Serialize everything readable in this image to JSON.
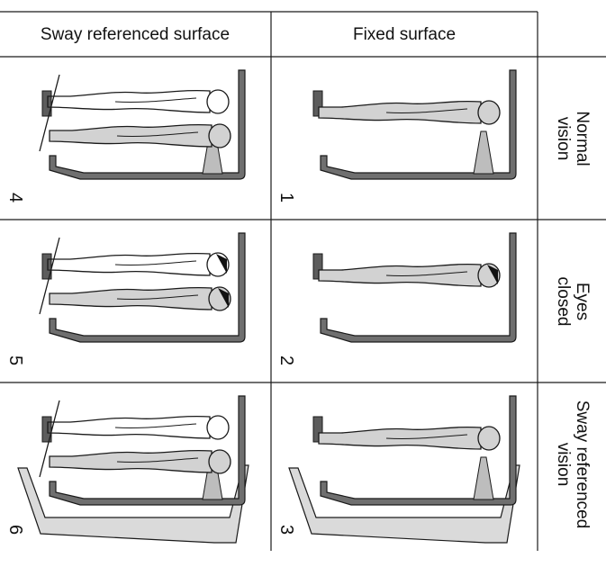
{
  "columns": [
    {
      "id": "sway-referenced-surface",
      "label": "Sway referenced surface"
    },
    {
      "id": "fixed-surface",
      "label": "Fixed surface"
    }
  ],
  "rows": [
    {
      "id": "normal-vision",
      "line1": "Normal",
      "line2": "vision"
    },
    {
      "id": "eyes-closed",
      "line1": "Eyes",
      "line2": "closed"
    },
    {
      "id": "sway-referenced-vision",
      "line1": "Sway referenced",
      "line2": "vision"
    }
  ],
  "conditions": [
    {
      "number": "4",
      "row": "normal-vision",
      "column": "sway-referenced-surface",
      "eyes": "open",
      "enclosure": "fixed",
      "platform": "sway-referenced"
    },
    {
      "number": "1",
      "row": "normal-vision",
      "column": "fixed-surface",
      "eyes": "open",
      "enclosure": "fixed",
      "platform": "fixed"
    },
    {
      "number": "5",
      "row": "eyes-closed",
      "column": "sway-referenced-surface",
      "eyes": "closed",
      "enclosure": "fixed",
      "platform": "sway-referenced"
    },
    {
      "number": "2",
      "row": "eyes-closed",
      "column": "fixed-surface",
      "eyes": "closed",
      "enclosure": "fixed",
      "platform": "fixed"
    },
    {
      "number": "6",
      "row": "sway-referenced-vision",
      "column": "sway-referenced-surface",
      "eyes": "open",
      "enclosure": "sway-referenced",
      "platform": "sway-referenced"
    },
    {
      "number": "3",
      "row": "sway-referenced-vision",
      "column": "fixed-surface",
      "eyes": "open",
      "enclosure": "sway-referenced",
      "platform": "fixed"
    }
  ],
  "colors": {
    "line": "#1a1a1a",
    "body_fill": "#d2d2d2",
    "enclosure_fill": "#6f6f6f",
    "platform_fill": "#5c5c5c",
    "vision_cone": "#bdbdbd",
    "sway_enclosure_fill": "#dadada"
  }
}
